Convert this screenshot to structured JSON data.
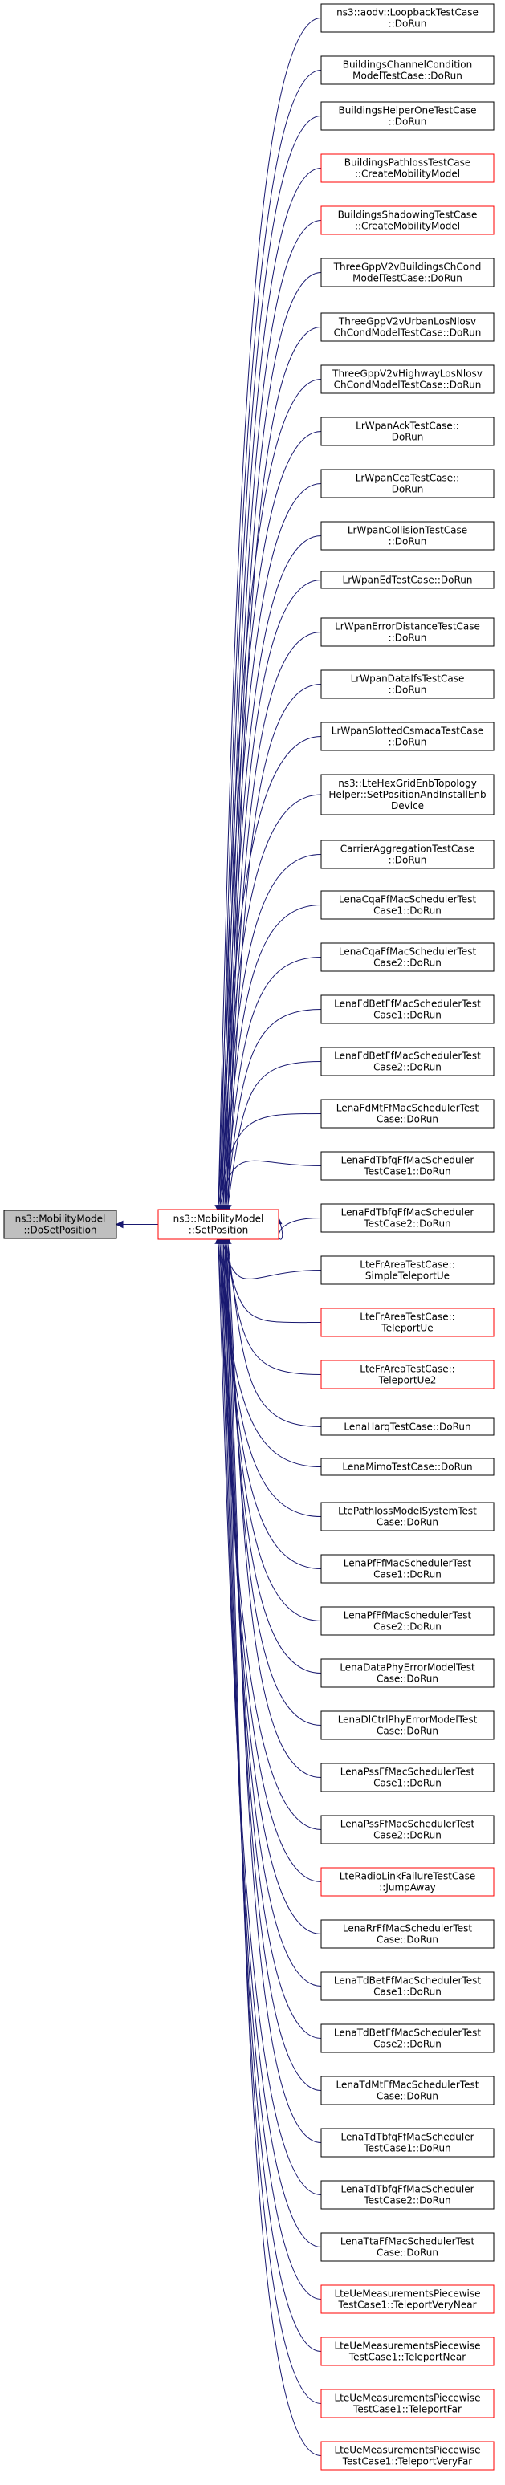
{
  "focus": {
    "id": "focus",
    "lines": [
      "ns3::MobilityModel",
      "::DoSetPosition"
    ]
  },
  "caller": {
    "id": "setpos",
    "lines": [
      "ns3::MobilityModel",
      "::SetPosition"
    ],
    "outline": "red"
  },
  "callers": [
    {
      "lines": [
        "ns3::aodv::LoopbackTestCase",
        "::DoRun"
      ],
      "outline": "black"
    },
    {
      "lines": [
        "BuildingsChannelCondition",
        "ModelTestCase::DoRun"
      ],
      "outline": "black"
    },
    {
      "lines": [
        "BuildingsHelperOneTestCase",
        "::DoRun"
      ],
      "outline": "black"
    },
    {
      "lines": [
        "BuildingsPathlossTestCase",
        "::CreateMobilityModel"
      ],
      "outline": "red"
    },
    {
      "lines": [
        "BuildingsShadowingTestCase",
        "::CreateMobilityModel"
      ],
      "outline": "red"
    },
    {
      "lines": [
        "ThreeGppV2vBuildingsChCond",
        "ModelTestCase::DoRun"
      ],
      "outline": "black"
    },
    {
      "lines": [
        "ThreeGppV2vUrbanLosNlosv",
        "ChCondModelTestCase::DoRun"
      ],
      "outline": "black"
    },
    {
      "lines": [
        "ThreeGppV2vHighwayLosNlosv",
        "ChCondModelTestCase::DoRun"
      ],
      "outline": "black"
    },
    {
      "lines": [
        "LrWpanAckTestCase::",
        "DoRun"
      ],
      "outline": "black"
    },
    {
      "lines": [
        "LrWpanCcaTestCase::",
        "DoRun"
      ],
      "outline": "black"
    },
    {
      "lines": [
        "LrWpanCollisionTestCase",
        "::DoRun"
      ],
      "outline": "black"
    },
    {
      "lines": [
        "LrWpanEdTestCase::DoRun"
      ],
      "outline": "black"
    },
    {
      "lines": [
        "LrWpanErrorDistanceTestCase",
        "::DoRun"
      ],
      "outline": "black"
    },
    {
      "lines": [
        "LrWpanDataIfsTestCase",
        "::DoRun"
      ],
      "outline": "black"
    },
    {
      "lines": [
        "LrWpanSlottedCsmacaTestCase",
        "::DoRun"
      ],
      "outline": "black"
    },
    {
      "lines": [
        "ns3::LteHexGridEnbTopology",
        "Helper::SetPositionAndInstallEnb",
        "Device"
      ],
      "outline": "black"
    },
    {
      "lines": [
        "CarrierAggregationTestCase",
        "::DoRun"
      ],
      "outline": "black"
    },
    {
      "lines": [
        "LenaCqaFfMacSchedulerTest",
        "Case1::DoRun"
      ],
      "outline": "black"
    },
    {
      "lines": [
        "LenaCqaFfMacSchedulerTest",
        "Case2::DoRun"
      ],
      "outline": "black"
    },
    {
      "lines": [
        "LenaFdBetFfMacSchedulerTest",
        "Case1::DoRun"
      ],
      "outline": "black"
    },
    {
      "lines": [
        "LenaFdBetFfMacSchedulerTest",
        "Case2::DoRun"
      ],
      "outline": "black"
    },
    {
      "lines": [
        "LenaFdMtFfMacSchedulerTest",
        "Case::DoRun"
      ],
      "outline": "black"
    },
    {
      "lines": [
        "LenaFdTbfqFfMacScheduler",
        "TestCase1::DoRun"
      ],
      "outline": "black"
    },
    {
      "lines": [
        "LenaFdTbfqFfMacScheduler",
        "TestCase2::DoRun"
      ],
      "outline": "black"
    },
    {
      "lines": [
        "LteFrAreaTestCase::",
        "SimpleTeleportUe"
      ],
      "outline": "black"
    },
    {
      "lines": [
        "LteFrAreaTestCase::",
        "TeleportUe"
      ],
      "outline": "red"
    },
    {
      "lines": [
        "LteFrAreaTestCase::",
        "TeleportUe2"
      ],
      "outline": "red"
    },
    {
      "lines": [
        "LenaHarqTestCase::DoRun"
      ],
      "outline": "black"
    },
    {
      "lines": [
        "LenaMimoTestCase::DoRun"
      ],
      "outline": "black"
    },
    {
      "lines": [
        "LtePathlossModelSystemTest",
        "Case::DoRun"
      ],
      "outline": "black"
    },
    {
      "lines": [
        "LenaPfFfMacSchedulerTest",
        "Case1::DoRun"
      ],
      "outline": "black"
    },
    {
      "lines": [
        "LenaPfFfMacSchedulerTest",
        "Case2::DoRun"
      ],
      "outline": "black"
    },
    {
      "lines": [
        "LenaDataPhyErrorModelTest",
        "Case::DoRun"
      ],
      "outline": "black"
    },
    {
      "lines": [
        "LenaDlCtrlPhyErrorModelTest",
        "Case::DoRun"
      ],
      "outline": "black"
    },
    {
      "lines": [
        "LenaPssFfMacSchedulerTest",
        "Case1::DoRun"
      ],
      "outline": "black"
    },
    {
      "lines": [
        "LenaPssFfMacSchedulerTest",
        "Case2::DoRun"
      ],
      "outline": "black"
    },
    {
      "lines": [
        "LteRadioLinkFailureTestCase",
        "::JumpAway"
      ],
      "outline": "red"
    },
    {
      "lines": [
        "LenaRrFfMacSchedulerTest",
        "Case::DoRun"
      ],
      "outline": "black"
    },
    {
      "lines": [
        "LenaTdBetFfMacSchedulerTest",
        "Case1::DoRun"
      ],
      "outline": "black"
    },
    {
      "lines": [
        "LenaTdBetFfMacSchedulerTest",
        "Case2::DoRun"
      ],
      "outline": "black"
    },
    {
      "lines": [
        "LenaTdMtFfMacSchedulerTest",
        "Case::DoRun"
      ],
      "outline": "black"
    },
    {
      "lines": [
        "LenaTdTbfqFfMacScheduler",
        "TestCase1::DoRun"
      ],
      "outline": "black"
    },
    {
      "lines": [
        "LenaTdTbfqFfMacScheduler",
        "TestCase2::DoRun"
      ],
      "outline": "black"
    },
    {
      "lines": [
        "LenaTtaFfMacSchedulerTest",
        "Case::DoRun"
      ],
      "outline": "black"
    },
    {
      "lines": [
        "LteUeMeasurementsPiecewise",
        "TestCase1::TeleportVeryNear"
      ],
      "outline": "red"
    },
    {
      "lines": [
        "LteUeMeasurementsPiecewise",
        "TestCase1::TeleportNear"
      ],
      "outline": "red"
    },
    {
      "lines": [
        "LteUeMeasurementsPiecewise",
        "TestCase1::TeleportFar"
      ],
      "outline": "red"
    },
    {
      "lines": [
        "LteUeMeasurementsPiecewise",
        "TestCase1::TeleportVeryFar"
      ],
      "outline": "red"
    }
  ]
}
